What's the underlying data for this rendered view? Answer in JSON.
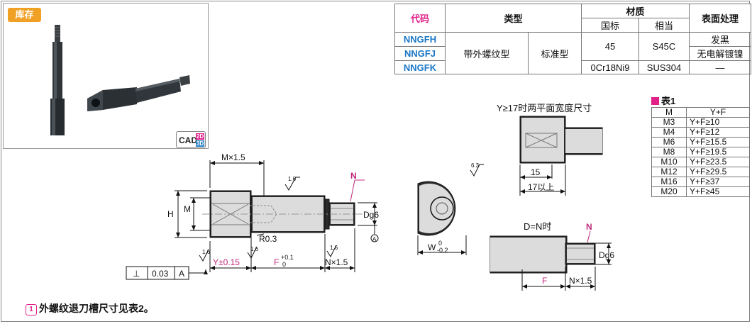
{
  "badge": {
    "stock": "库存"
  },
  "cad": {
    "label": "CAD",
    "two_d": "2D",
    "three_d": "3D"
  },
  "spec_table": {
    "col_code": "代码",
    "col_type": "类型",
    "col_material": "材质",
    "col_material_gb": "国标",
    "col_material_eq": "相当",
    "col_surface": "表面处理",
    "codes": [
      "NNGFH",
      "NNGFJ",
      "NNGFK"
    ],
    "type_main": "带外螺纹型",
    "type_sub": "标准型",
    "material_gb": [
      "45",
      "0Cr18Ni9"
    ],
    "material_eq": [
      "S45C",
      "SUS304"
    ],
    "surface": [
      "发黑",
      "无电解镀镍",
      "—"
    ]
  },
  "table1": {
    "title": "表1",
    "headers": [
      "M",
      "Y+F"
    ],
    "rows": [
      [
        "M3",
        "Y+F≥10"
      ],
      [
        "M4",
        "Y+F≥12"
      ],
      [
        "M6",
        "Y+F≥15.5"
      ],
      [
        "M8",
        "Y+F≥19.5"
      ],
      [
        "M10",
        "Y+F≥23.5"
      ],
      [
        "M12",
        "Y+F≥29.5"
      ],
      [
        "M16",
        "Y+F≥37"
      ],
      [
        "M20",
        "Y+F≥45"
      ]
    ]
  },
  "drawing": {
    "m15": "M×1.5",
    "h": "H",
    "m": "M",
    "r03": "R0.3",
    "n": "N",
    "dg6": "Dg6",
    "y_tol": "Y±0.15",
    "f_label": "F",
    "f_tol_up": "+0.1",
    "f_tol_dn": "0",
    "n15": "N×1.5",
    "rough16": "1.6",
    "rough63": "6.3",
    "perp_sym": "⊥",
    "perp_val": "0.03",
    "datum_a": "A",
    "flat_title": "Y≥17时两平面宽度尺寸",
    "dim15": "15",
    "dim17": "17以上",
    "w_label": "W",
    "w_tol_up": "0",
    "w_tol_dn": "-0.2",
    "dn_title": "D=N时",
    "f_lower": "F",
    "n15_lower": "N×1.5"
  },
  "note": {
    "icon": "1",
    "text": "外螺纹退刀槽尺寸见表2。"
  }
}
